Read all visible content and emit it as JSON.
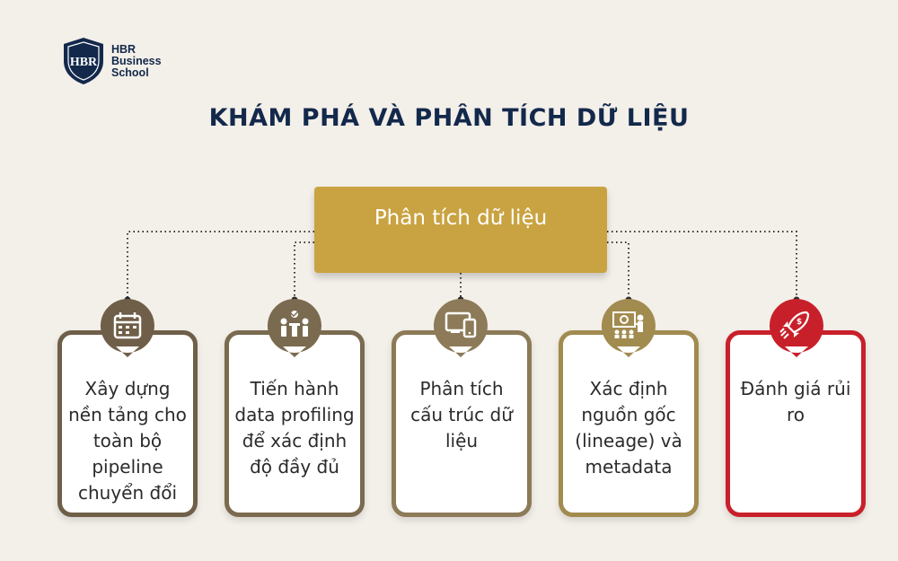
{
  "logo": {
    "monogram": "HBR",
    "line1": "HBR",
    "line2": "Business",
    "line3": "School"
  },
  "title": "KHÁM PHÁ VÀ PHÂN TÍCH DỮ LIỆU",
  "root": {
    "label": "Phân tích dữ liệu"
  },
  "branches": [
    {
      "label": "Xây dựng nền tảng cho toàn bộ pipeline chuyển đổi",
      "icon": "calendar-icon",
      "color": "#6f5f48"
    },
    {
      "label": "Tiến hành data profiling để xác định độ đầy đủ",
      "icon": "team-meeting-icon",
      "color": "#7a6a4f"
    },
    {
      "label": "Phân tích cấu trúc dữ liệu",
      "icon": "devices-icon",
      "color": "#8c7a58"
    },
    {
      "label": "Xác định nguồn gốc (lineage) và metadata",
      "icon": "presentation-icon",
      "color": "#a28b4f"
    },
    {
      "label": "Đánh giá rủi ro",
      "icon": "rocket-icon",
      "color": "#c8202a"
    }
  ]
}
